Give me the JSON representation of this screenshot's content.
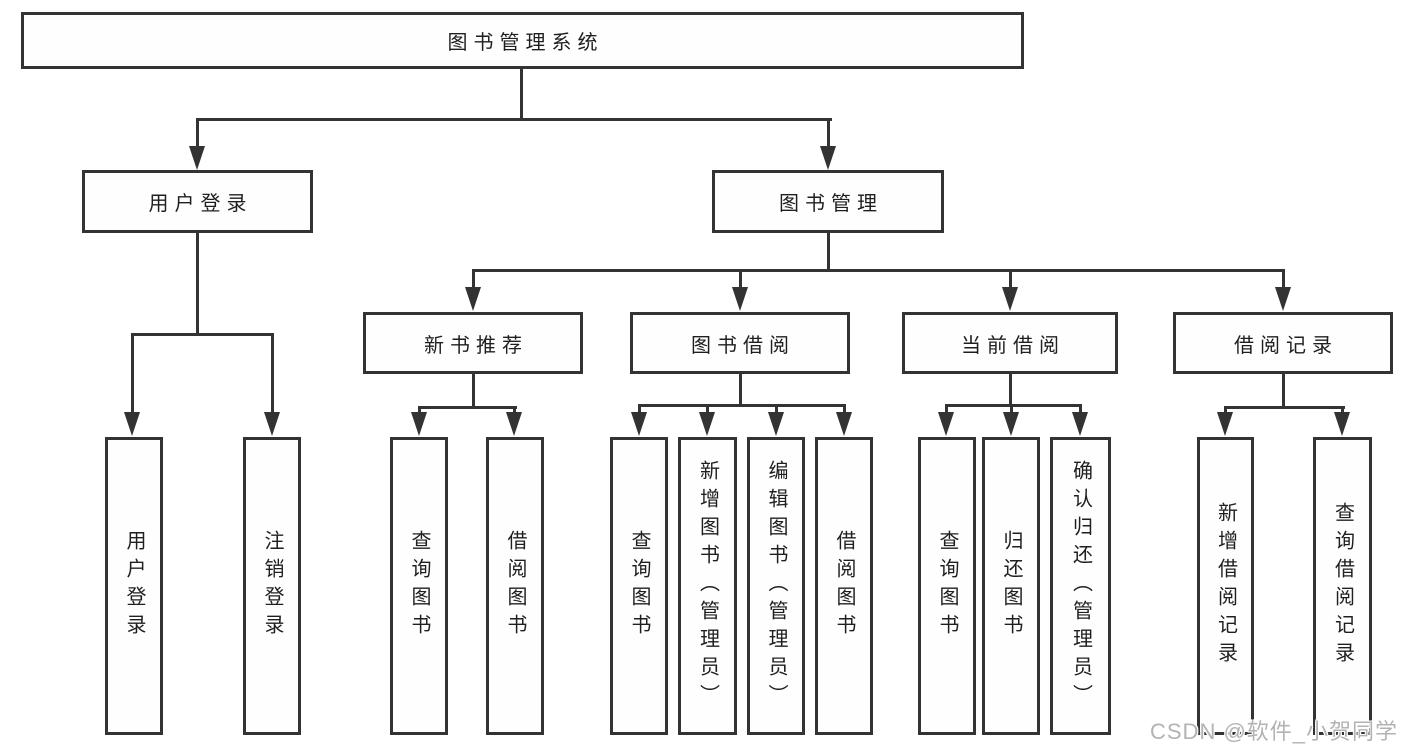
{
  "colors": {
    "line": "#333333",
    "text": "#1f1f1f",
    "box_fill": "#fefefe",
    "bg": "#ffffff",
    "watermark": "#b3b3b5"
  },
  "diagram": {
    "root": {
      "label": "图书管理系统"
    },
    "level2": [
      {
        "id": "user-login",
        "label": "用户登录"
      },
      {
        "id": "book-management",
        "label": "图书管理"
      }
    ],
    "level3": [
      {
        "id": "new-book-recommend",
        "label": "新书推荐"
      },
      {
        "id": "book-borrowing",
        "label": "图书借阅"
      },
      {
        "id": "current-borrowing",
        "label": "当前借阅"
      },
      {
        "id": "borrowing-records",
        "label": "借阅记录"
      }
    ],
    "leaves": {
      "login": [
        "用户登录",
        "注销登录"
      ],
      "newbook": [
        "查询图书",
        "借阅图书"
      ],
      "borrow": [
        "查询图书",
        "新增图书（管理员）",
        "编辑图书（管理员）",
        "借阅图书"
      ],
      "current": [
        "查询图书",
        "归还图书",
        "确认归还（管理员）"
      ],
      "records": [
        "新增借阅记录",
        "查询借阅记录"
      ]
    }
  },
  "watermark": {
    "text": "CSDN @软件_小贺同学"
  }
}
